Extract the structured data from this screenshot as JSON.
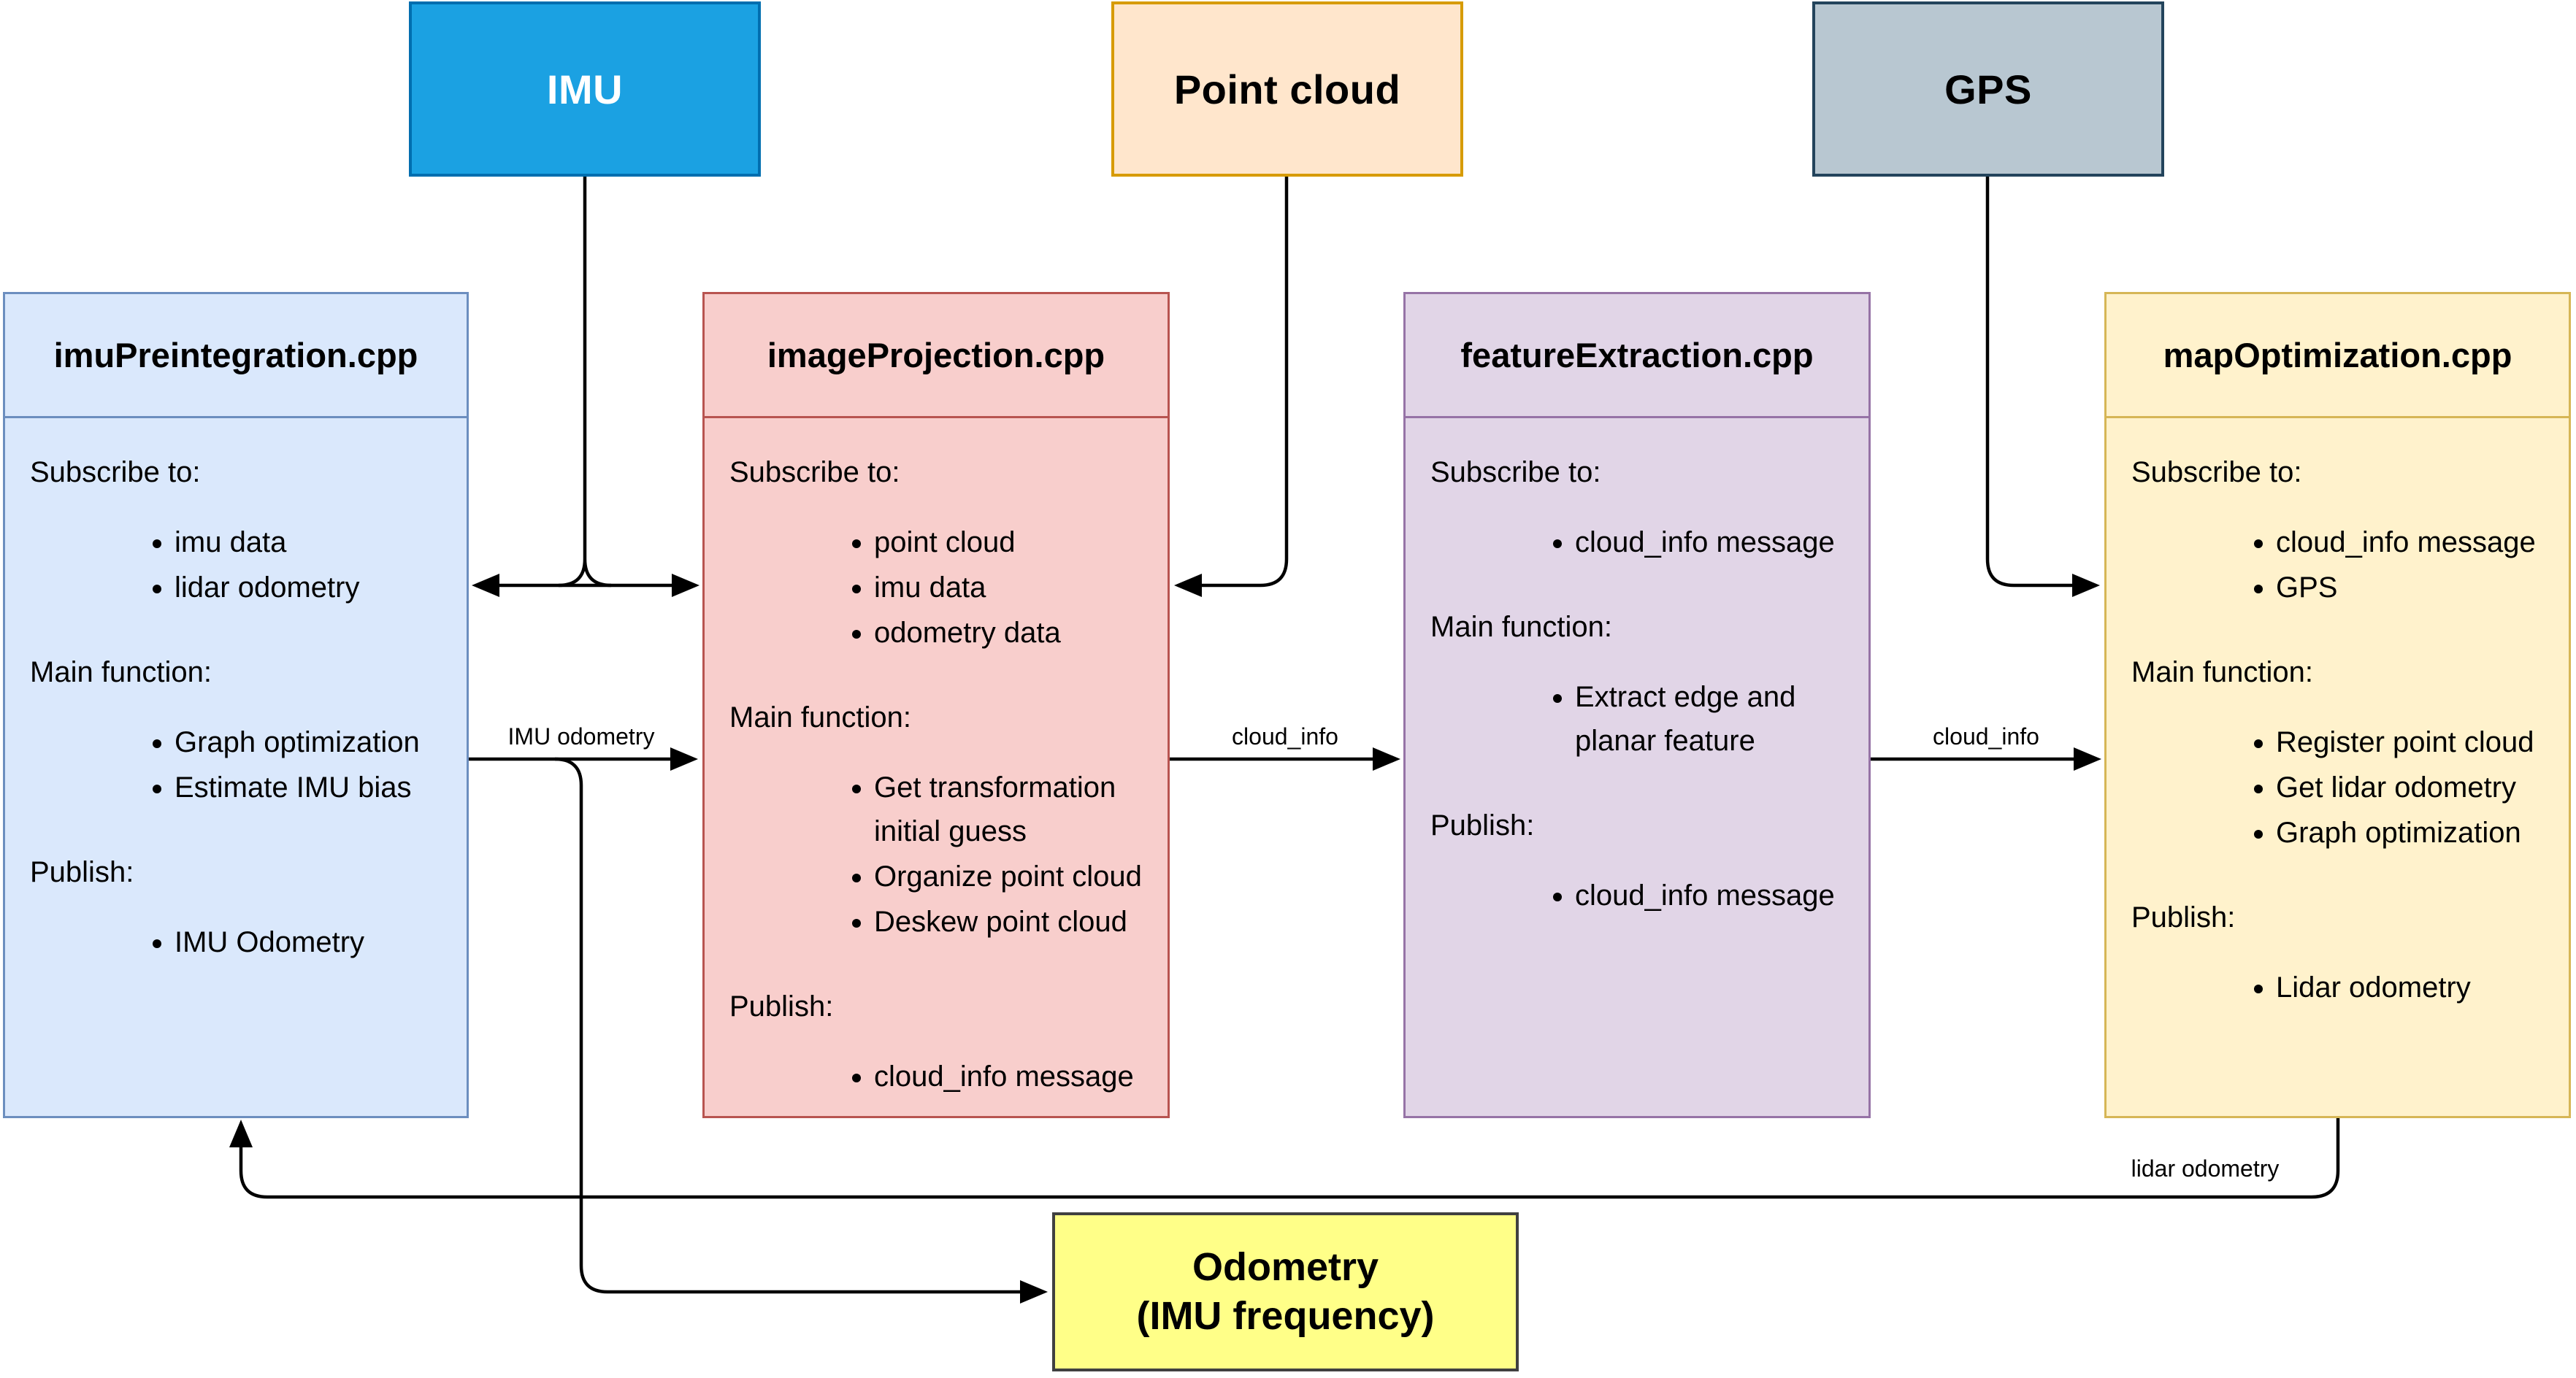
{
  "diagram": {
    "sources": [
      {
        "label": "IMU",
        "colors": {
          "fill": "#1BA1E2",
          "border": "#006EAF",
          "text": "#FFFFFF"
        }
      },
      {
        "label": "Point cloud",
        "colors": {
          "fill": "#FFE6CC",
          "border": "#D79B00",
          "text": "#000000"
        }
      },
      {
        "label": "GPS",
        "colors": {
          "fill": "#B8C7D1",
          "border": "#23445C",
          "text": "#000000"
        }
      }
    ],
    "nodes": [
      {
        "title": "imuPreintegration.cpp",
        "colors": {
          "fill": "#DAE8FC",
          "border": "#6C8EBF"
        },
        "sections": [
          {
            "heading": "Subscribe to:",
            "items": [
              "imu data",
              "lidar odometry"
            ]
          },
          {
            "heading": "Main function:",
            "items": [
              "Graph optimization",
              "Estimate IMU bias"
            ]
          },
          {
            "heading": "Publish:",
            "items": [
              "IMU Odometry"
            ]
          }
        ]
      },
      {
        "title": "imageProjection.cpp",
        "colors": {
          "fill": "#F8CECC",
          "border": "#B85450"
        },
        "sections": [
          {
            "heading": "Subscribe to:",
            "items": [
              "point cloud",
              "imu data",
              "odometry data"
            ]
          },
          {
            "heading": "Main function:",
            "items": [
              "Get transformation initial guess",
              "Organize point cloud",
              "Deskew point cloud"
            ]
          },
          {
            "heading": "Publish:",
            "items": [
              "cloud_info message"
            ]
          }
        ]
      },
      {
        "title": "featureExtraction.cpp",
        "colors": {
          "fill": "#E1D5E7",
          "border": "#9673A6"
        },
        "sections": [
          {
            "heading": "Subscribe to:",
            "items": [
              "cloud_info message"
            ]
          },
          {
            "heading": "Main function:",
            "items": [
              "Extract edge and planar feature"
            ]
          },
          {
            "heading": "Publish:",
            "items": [
              "cloud_info message"
            ]
          }
        ]
      },
      {
        "title": "mapOptimization.cpp",
        "colors": {
          "fill": "#FFF2CC",
          "border": "#D6B656"
        },
        "sections": [
          {
            "heading": "Subscribe to:",
            "items": [
              "cloud_info message",
              "GPS"
            ]
          },
          {
            "heading": "Main function:",
            "items": [
              "Register point cloud",
              "Get lidar odometry",
              "Graph optimization"
            ]
          },
          {
            "heading": "Publish:",
            "items": [
              "Lidar odometry"
            ]
          }
        ]
      }
    ],
    "sink": {
      "line1": "Odometry",
      "line2": "(IMU frequency)",
      "colors": {
        "fill": "#FFFF88",
        "border": "#404040"
      }
    },
    "edges": {
      "imu_odometry": "IMU odometry",
      "cloud_info_1": "cloud_info",
      "cloud_info_2": "cloud_info",
      "lidar_odometry": "lidar odometry"
    }
  }
}
